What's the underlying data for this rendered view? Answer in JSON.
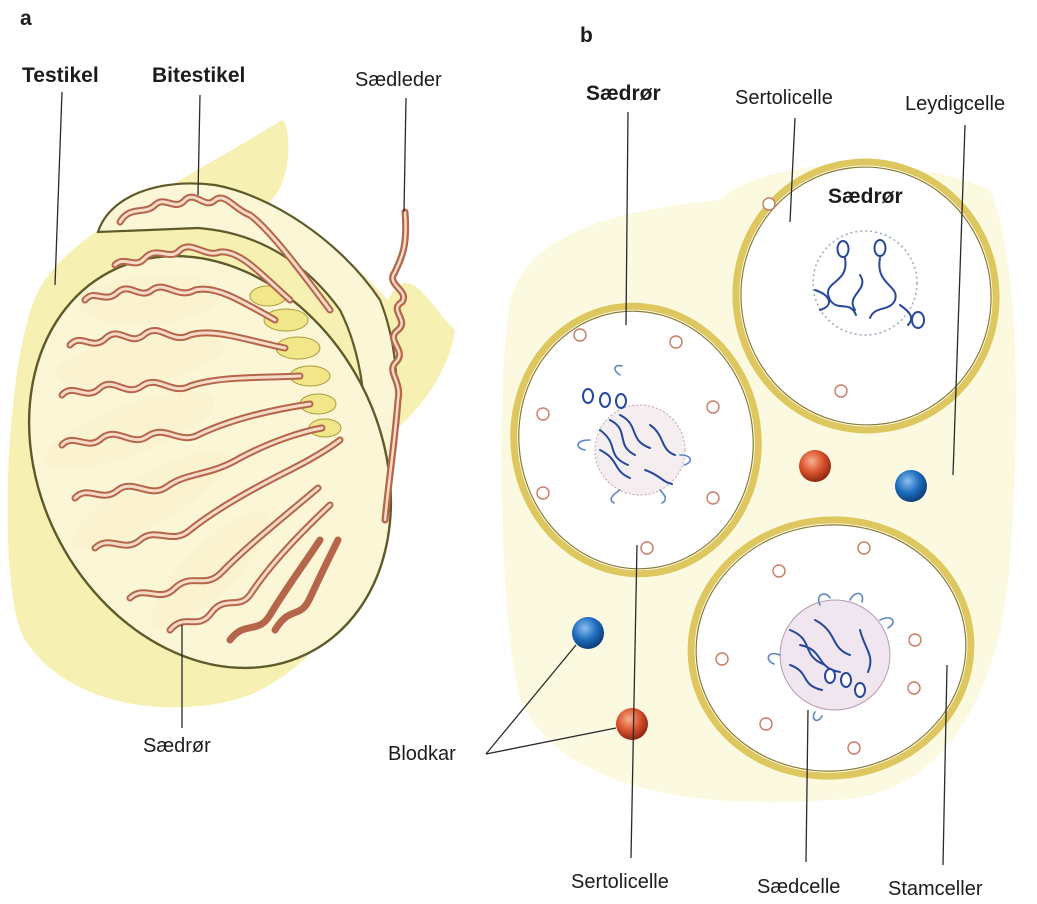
{
  "panel_a": {
    "letter": "a",
    "labels": {
      "testikel": "Testikel",
      "bitestikel": "Bitestikel",
      "saedleder": "Sædleder",
      "saedror": "Sædrør"
    }
  },
  "panel_b": {
    "letter": "b",
    "labels": {
      "saedror_left": "Sædrør",
      "sertolicelle_top": "Sertolicelle",
      "leydigcelle": "Leydigcelle",
      "saedror_inner": "Sædrør",
      "blodkar": "Blodkar",
      "sertolicelle_bottom": "Sertolicelle",
      "saedcelle": "Sædcelle",
      "stamceller": "Stamceller"
    }
  },
  "colors": {
    "tissue_yellow": "#f7f0b3",
    "tubule": "#b5654a",
    "ring": "#ddc75e",
    "blood_red": "#d9532e",
    "blood_blue": "#1f6fc0",
    "sperm_blue": "#27479c"
  }
}
